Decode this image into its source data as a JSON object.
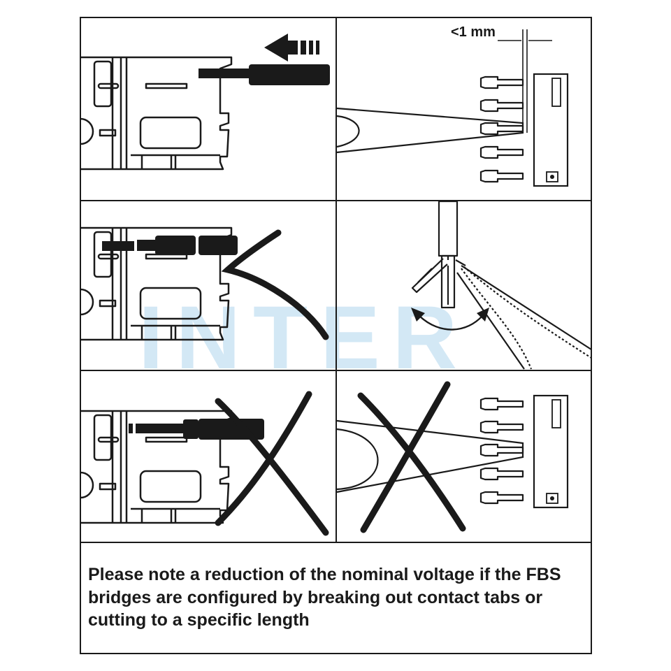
{
  "dimension_label": "<1 mm",
  "caption": "Please note a reduction of the nominal voltage if the FBS bridges are configured by breaking out contact tabs or cutting to a specific length",
  "watermark": "INTER",
  "colors": {
    "line": "#1a1a1a",
    "background": "#ffffff",
    "watermark_blue": "#cfe6f5",
    "watermark_red": "#f4c8cc"
  },
  "panels": [
    {
      "name": "insert-bridge",
      "arrow_icon": "insert-direction-arrow-icon"
    },
    {
      "name": "cut-bridge-length",
      "tool_icon": "screwdriver-icon"
    },
    {
      "name": "bridge-pulled-bent",
      "mark_icon": "wrong-angle-mark-icon"
    },
    {
      "name": "break-out-tab",
      "tool_icon": "pliers-icon"
    },
    {
      "name": "bridge-cut-wrong",
      "mark_icon": "cross-mark-icon"
    },
    {
      "name": "tool-wrong-position",
      "mark_icon": "cross-mark-icon"
    }
  ]
}
